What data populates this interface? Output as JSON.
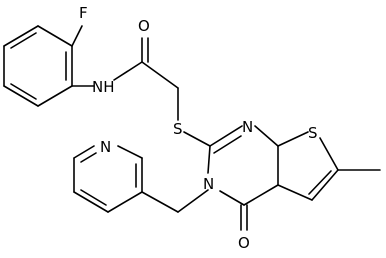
{
  "atoms": {
    "fluorine": "F",
    "amide_oxygen": "O",
    "amide_nh": "NH",
    "sulfur_thioether": "S",
    "ring_n_top": "N",
    "ring_n_bottom": "N",
    "sulfur_thiophene": "S",
    "pyridine_n": "N",
    "ketone_oxygen": "O"
  },
  "colors": {
    "bond": "#000000",
    "label": "#000000",
    "background": "#ffffff"
  }
}
